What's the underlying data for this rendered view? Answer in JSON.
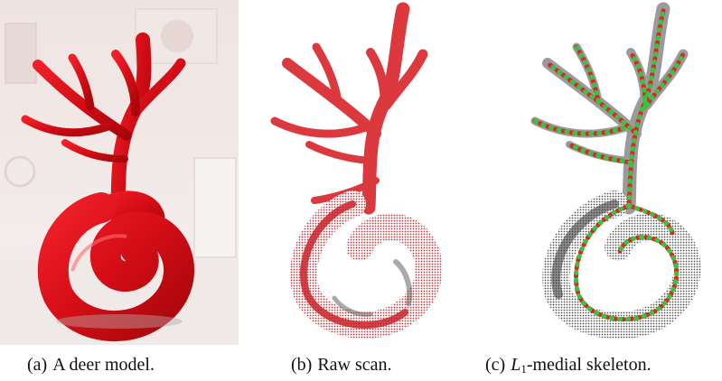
{
  "figure": {
    "panels": [
      {
        "label": "(a)",
        "caption": "A deer model.",
        "image": "red-ceramic-deer-photo"
      },
      {
        "label": "(b)",
        "caption": "Raw scan.",
        "image": "red-point-cloud-scan"
      },
      {
        "label": "(c)",
        "caption_math": "L",
        "caption_sub": "1",
        "caption": "-medial skeleton.",
        "image": "gray-point-cloud-with-green-red-skeleton"
      }
    ]
  }
}
